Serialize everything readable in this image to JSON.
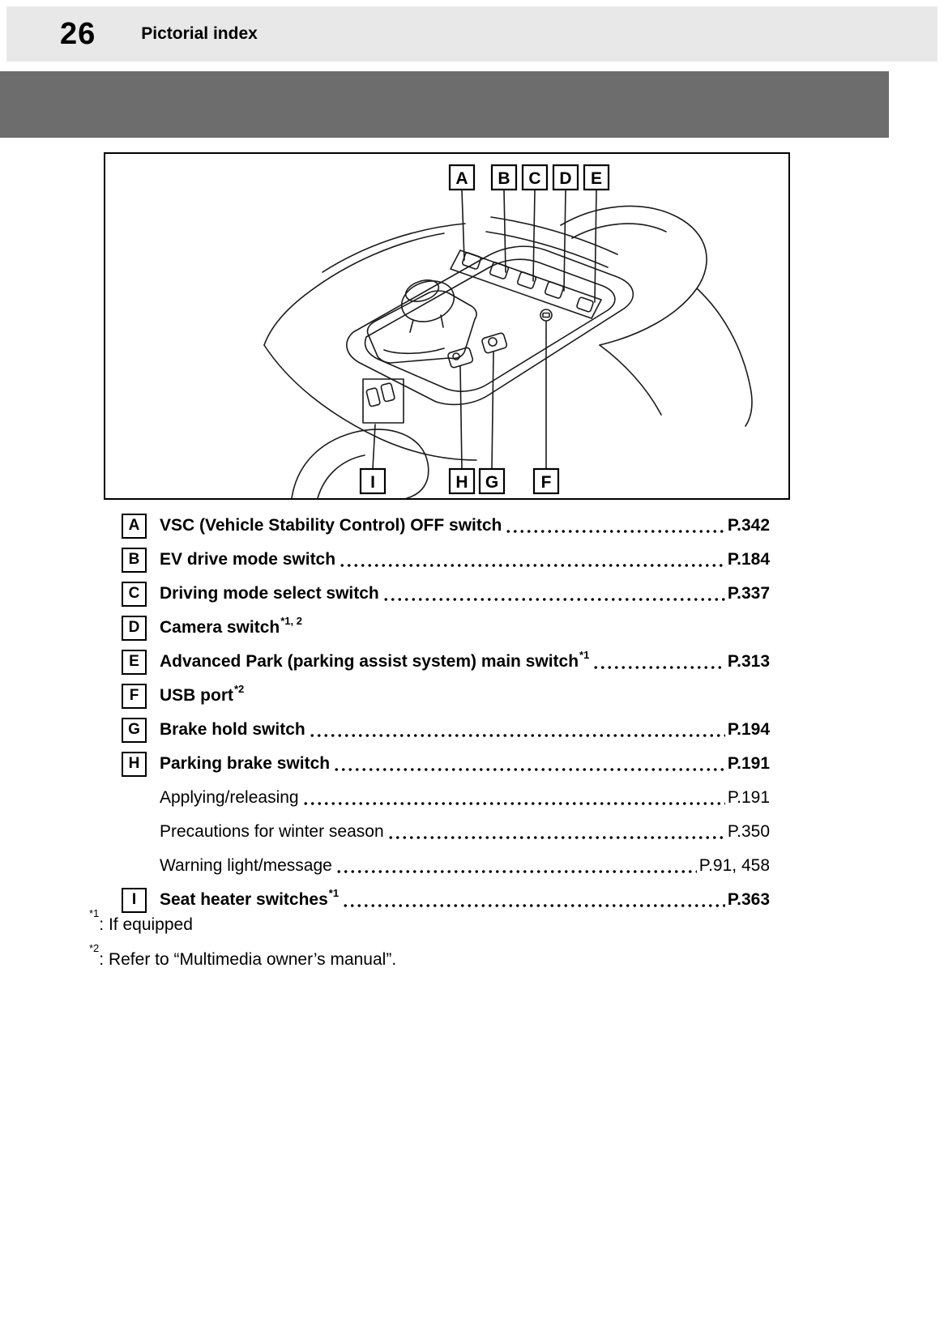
{
  "page": {
    "number": "26",
    "title": "Pictorial index"
  },
  "colors": {
    "header_bg": "#e8e8e8",
    "section_band": "#6d6d6d"
  },
  "figure": {
    "callouts_top": [
      "A",
      "B",
      "C",
      "D",
      "E"
    ],
    "callouts_bottom": [
      "I",
      "H",
      "G",
      "F"
    ]
  },
  "index": {
    "entries": [
      {
        "key": "A",
        "label": "VSC (Vehicle Stability Control) OFF switch",
        "sup": "",
        "page": "P.342"
      },
      {
        "key": "B",
        "label": "EV drive mode switch",
        "sup": "",
        "page": "P.184"
      },
      {
        "key": "C",
        "label": "Driving mode select switch",
        "sup": "",
        "page": "P.337"
      },
      {
        "key": "D",
        "label": "Camera switch",
        "sup": "*1, 2",
        "page": ""
      },
      {
        "key": "E",
        "label": "Advanced Park (parking assist system) main switch",
        "sup": "*1",
        "page": "P.313"
      },
      {
        "key": "F",
        "label": "USB port",
        "sup": "*2",
        "page": ""
      },
      {
        "key": "G",
        "label": "Brake hold switch",
        "sup": "",
        "page": "P.194"
      },
      {
        "key": "H",
        "label": "Parking brake switch",
        "sup": "",
        "page": "P.191"
      },
      {
        "key": "I",
        "label": "Seat heater switches",
        "sup": "*1",
        "page": "P.363"
      }
    ],
    "sub_entries": [
      {
        "label": "Applying/releasing",
        "page": "P.191"
      },
      {
        "label": "Precautions for winter season",
        "page": "P.350"
      },
      {
        "label": "Warning light/message",
        "page": "P.91, 458"
      }
    ]
  },
  "footnotes": [
    {
      "marker": "*1",
      "text": ": If equipped"
    },
    {
      "marker": "*2",
      "text": ": Refer to “Multimedia owner’s manual”."
    }
  ]
}
